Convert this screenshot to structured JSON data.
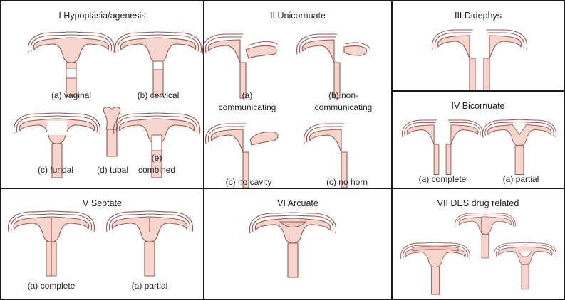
{
  "panels": {
    "p1": {
      "title": "I Hypoplasia/agenesis",
      "captions": {
        "a": "(a) vaginal",
        "b": "(b) cervical",
        "c": "(c) fundal",
        "d": "(d) tubal",
        "e1": "(e)",
        "e2": "combined"
      }
    },
    "p2": {
      "title": "II Unicornuate",
      "captions": {
        "a1": "(a)",
        "a2": "communicating",
        "b1": "(b) non-",
        "b2": "communicating",
        "c": "(c) no cavity",
        "d": "(c) no horn"
      }
    },
    "p3": {
      "title": "III Didephys"
    },
    "p4": {
      "title": "IV Bicornuate",
      "captions": {
        "a": "(a) complete",
        "b": "(a) partial"
      }
    },
    "p5": {
      "title": "V Septate",
      "captions": {
        "a": "(a) complete",
        "b": "(a) partial"
      }
    },
    "p6": {
      "title": "VI Arcuate"
    },
    "p7": {
      "title": "VII DES drug related"
    }
  },
  "colors": {
    "fill": "#f6d6cc",
    "stroke": "#a0524f",
    "border": "#1a1a1a"
  }
}
